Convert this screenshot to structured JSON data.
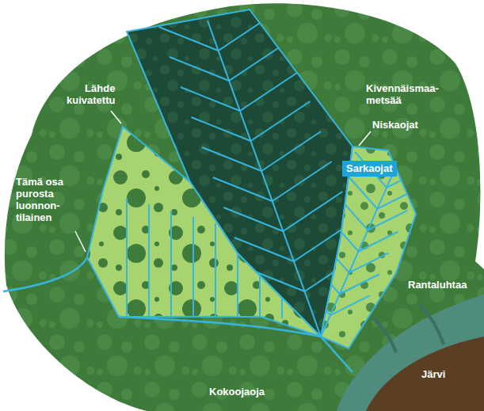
{
  "diagram": {
    "nodes": [
      {
        "text": [
          "Sarkaojat"
        ]
      }
    ],
    "labels": [
      "Kivennäismaa- metsää",
      "Niskaojat",
      "Lähde kuivatettu",
      "Tämä osa purosta luonnon- tilainen",
      "Rantaluhtaa",
      "Järvi",
      "Kokoojaoja"
    ]
  }
}
